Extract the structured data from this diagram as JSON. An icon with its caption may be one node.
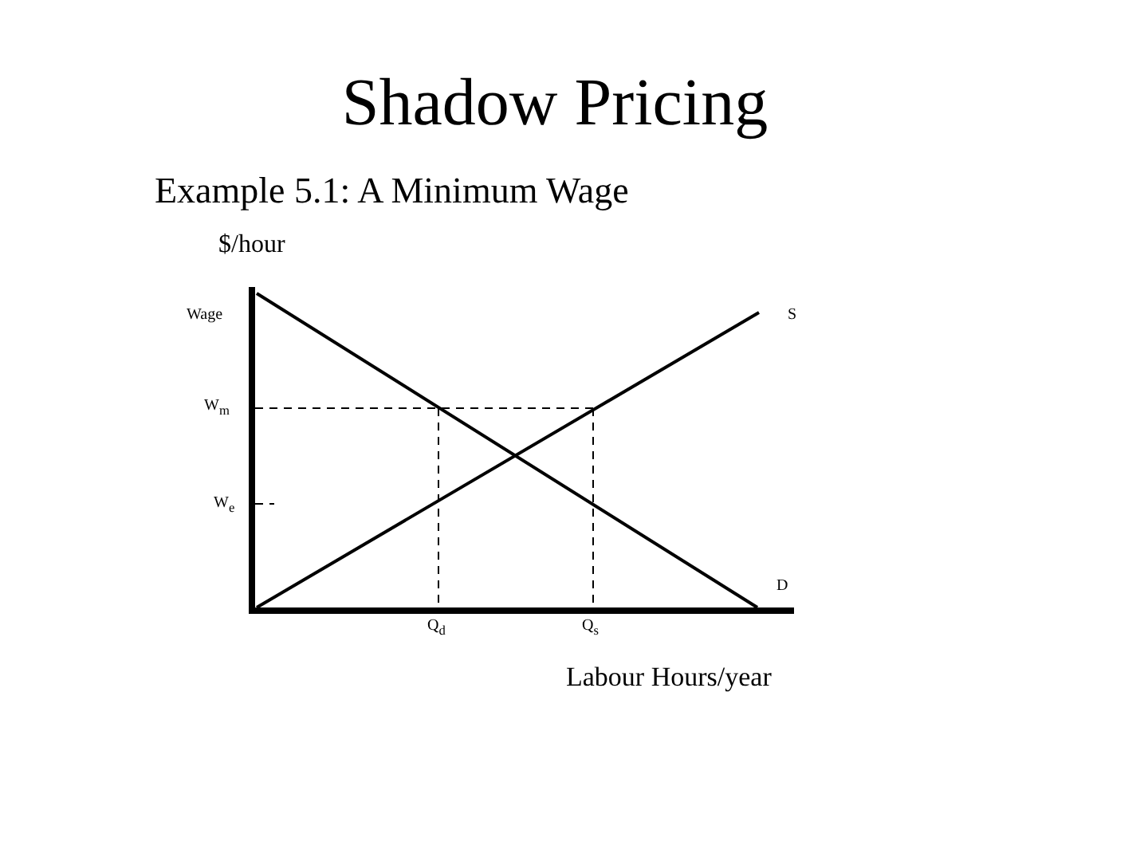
{
  "diagram": {
    "title": "Shadow Pricing",
    "labels": [
      "Example 5.1: A Minimum Wage",
      "$/hour",
      "Wage",
      "S",
      "W$_{m}$",
      "W$_{e}$",
      "D",
      "Q$_{d}$",
      "Q$_{s}$",
      "Labour Hours/year"
    ]
  }
}
